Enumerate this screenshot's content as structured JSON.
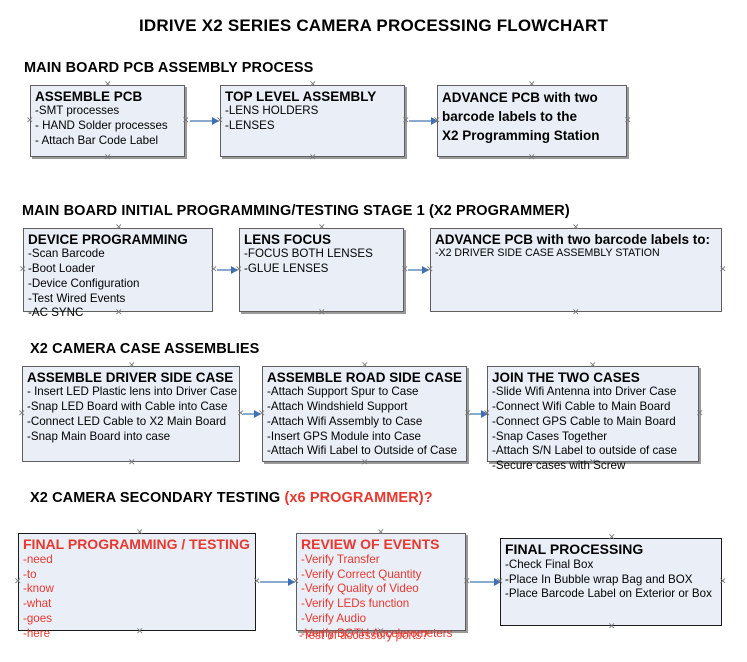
{
  "document": {
    "title": "IDRIVE X2  SERIES CAMERA PROCESSING FLOWCHART",
    "colors": {
      "box_fill": "#e9eef7",
      "box_border": "#5f5f5f",
      "connector": "#8aa9cc",
      "arrowhead": "#3f6fb5",
      "accent_red": "#e8382f",
      "text": "#000000"
    }
  },
  "sections": [
    {
      "id": "main-board-pcb-assembly",
      "header": "MAIN BOARD PCB ASSEMBLY PROCESS",
      "header_accent": "",
      "nodes": [
        {
          "id": "assemble-pcb",
          "title": "ASSEMBLE PCB",
          "items": [
            "-SMT processes",
            "- HAND Solder processes",
            "- Attach Bar Code Label"
          ]
        },
        {
          "id": "top-level-assembly",
          "title": "TOP LEVEL ASSEMBLY",
          "items": [
            "-LENS HOLDERS",
            "-LENSES"
          ]
        },
        {
          "id": "advance-pcb-programming-station",
          "lines": [
            "ADVANCE PCB with two",
            "barcode labels to the",
            " X2 Programming Station"
          ]
        }
      ]
    },
    {
      "id": "main-board-initial-programming",
      "header": "MAIN BOARD INITIAL PROGRAMMING/TESTING STAGE 1 (X2 PROGRAMMER)",
      "header_accent": "",
      "nodes": [
        {
          "id": "device-programming",
          "title": "DEVICE PROGRAMMING",
          "items": [
            "-Scan Barcode",
            "-Boot Loader",
            "-Device Configuration",
            "-Test Wired Events",
            "-AC SYNC"
          ]
        },
        {
          "id": "lens-focus",
          "title": "LENS FOCUS",
          "items": [
            "-FOCUS BOTH LENSES",
            "-GLUE LENSES"
          ]
        },
        {
          "id": "advance-pcb-driver-side-case",
          "title": "ADVANCE PCB with two barcode labels to:",
          "items": [
            "-X2 DRIVER  SIDE  CASE  ASSEMBLY STATION"
          ]
        }
      ]
    },
    {
      "id": "x2-camera-case-assemblies",
      "header": "X2 CAMERA CASE ASSEMBLIES",
      "header_accent": "",
      "nodes": [
        {
          "id": "assemble-driver-side-case",
          "title": "ASSEMBLE DRIVER SIDE CASE",
          "items": [
            "- Insert LED Plastic lens into Driver Case",
            "-Snap LED Board with Cable into Case",
            "-Connect LED Cable to X2 Main Board",
            "-Snap Main Board into case"
          ]
        },
        {
          "id": "assemble-road-side-case",
          "title": "ASSEMBLE ROAD SIDE CASE",
          "items": [
            "-Attach Support Spur to Case",
            "-Attach Windshield Support",
            "-Attach Wifi Assembly to Case",
            "-Insert GPS Module into Case",
            "-Attach Wifi Label to Outside of Case"
          ]
        },
        {
          "id": "join-the-two-cases",
          "title": "JOIN THE TWO CASES",
          "items": [
            "-Slide Wifi Antenna into Driver Case",
            "-Connect Wifi Cable to Main Board",
            "-Connect GPS Cable to Main Board",
            "-Snap Cases Together",
            "-Attach S/N Label to outside of case",
            "-Secure cases with Screw"
          ]
        }
      ]
    },
    {
      "id": "x2-camera-secondary-testing",
      "header": "X2 CAMERA SECONDARY TESTING ",
      "header_accent": "(x6 PROGRAMMER)?",
      "nodes": [
        {
          "id": "final-programming-testing",
          "title": "FINAL PROGRAMMING / TESTING",
          "items": [
            "-need",
            "-to",
            "-know",
            "-what",
            "-goes",
            "-here"
          ]
        },
        {
          "id": "review-of-events",
          "title": "REVIEW OF EVENTS",
          "items": [
            "-Verify Transfer",
            "-Verify Correct Quantity",
            "-Verify Quality of Video",
            "-Verify LEDs function",
            "-Verify Audio",
            "-Verify BOTH Accelerometers"
          ],
          "overflow_item": "-Test of accessory ports?"
        },
        {
          "id": "final-processing",
          "title": "FINAL PROCESSING",
          "items": [
            " -Check Final Box",
            "-Place In Bubble wrap Bag and BOX",
            "-Place Barcode Label on Exterior or Box"
          ]
        }
      ]
    }
  ]
}
